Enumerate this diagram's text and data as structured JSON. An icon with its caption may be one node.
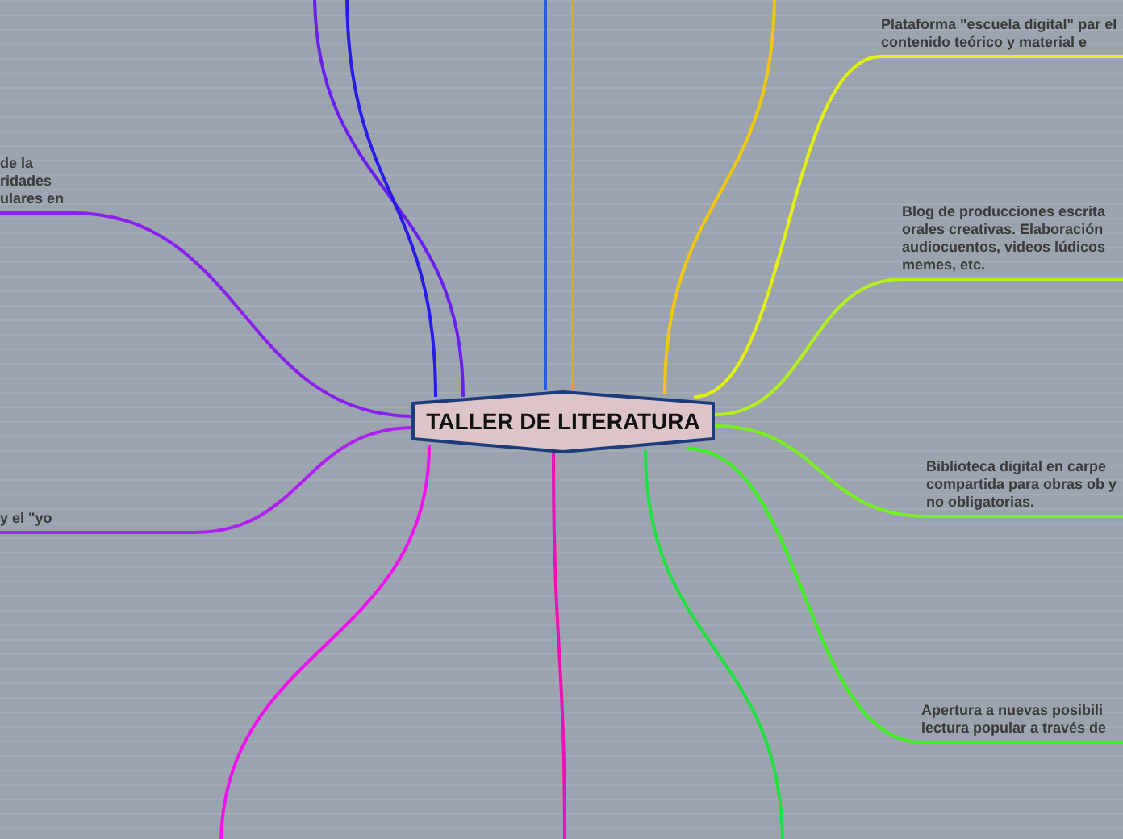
{
  "diagram": {
    "nodes": [
      {
        "text": [
          "TALLER DE LITERATURA"
        ]
      },
      {
        "text": [
          "Plataforma \"escuela digital\" par el contenido teórico y material e"
        ]
      },
      {
        "text": [
          "Blog de producciones escrita orales creativas. Elaboración audiocuentos, videos lúdicos memes, etc."
        ]
      },
      {
        "text": [
          "Biblioteca digital en carpe compartida para obras ob y no obligatorias."
        ]
      },
      {
        "text": [
          "Apertura a nuevas posibili lectura popular a través de"
        ]
      },
      {
        "text": [
          "de la ridades ulares en"
        ]
      },
      {
        "text": [
          "y el \"yo"
        ]
      }
    ],
    "edges": [
      {
        "from": 0,
        "to": null,
        "arrow": "none",
        "color": "#6a1ef0"
      },
      {
        "from": 0,
        "to": null,
        "arrow": "none",
        "color": "#2a1ae8"
      },
      {
        "from": 0,
        "to": null,
        "arrow": "none",
        "color": "#2a5af0"
      },
      {
        "from": 0,
        "to": null,
        "arrow": "none",
        "color": "#f0a020"
      },
      {
        "from": 0,
        "to": null,
        "arrow": "none",
        "color": "#f0c810"
      },
      {
        "from": 0,
        "to": 1,
        "arrow": "none",
        "color": "#e4f010"
      },
      {
        "from": 0,
        "to": 2,
        "arrow": "none",
        "color": "#b4f020"
      },
      {
        "from": 0,
        "to": 3,
        "arrow": "none",
        "color": "#78f020"
      },
      {
        "from": 0,
        "to": 4,
        "arrow": "none",
        "color": "#40f020"
      },
      {
        "from": 0,
        "to": null,
        "arrow": "none",
        "color": "#20e040"
      },
      {
        "from": 0,
        "to": null,
        "arrow": "none",
        "color": "#f010b8"
      },
      {
        "from": 0,
        "to": null,
        "arrow": "none",
        "color": "#f010f0"
      },
      {
        "from": 0,
        "to": 6,
        "arrow": "none",
        "color": "#b020f0"
      },
      {
        "from": 0,
        "to": 5,
        "arrow": "none",
        "color": "#8a20f0"
      }
    ]
  }
}
